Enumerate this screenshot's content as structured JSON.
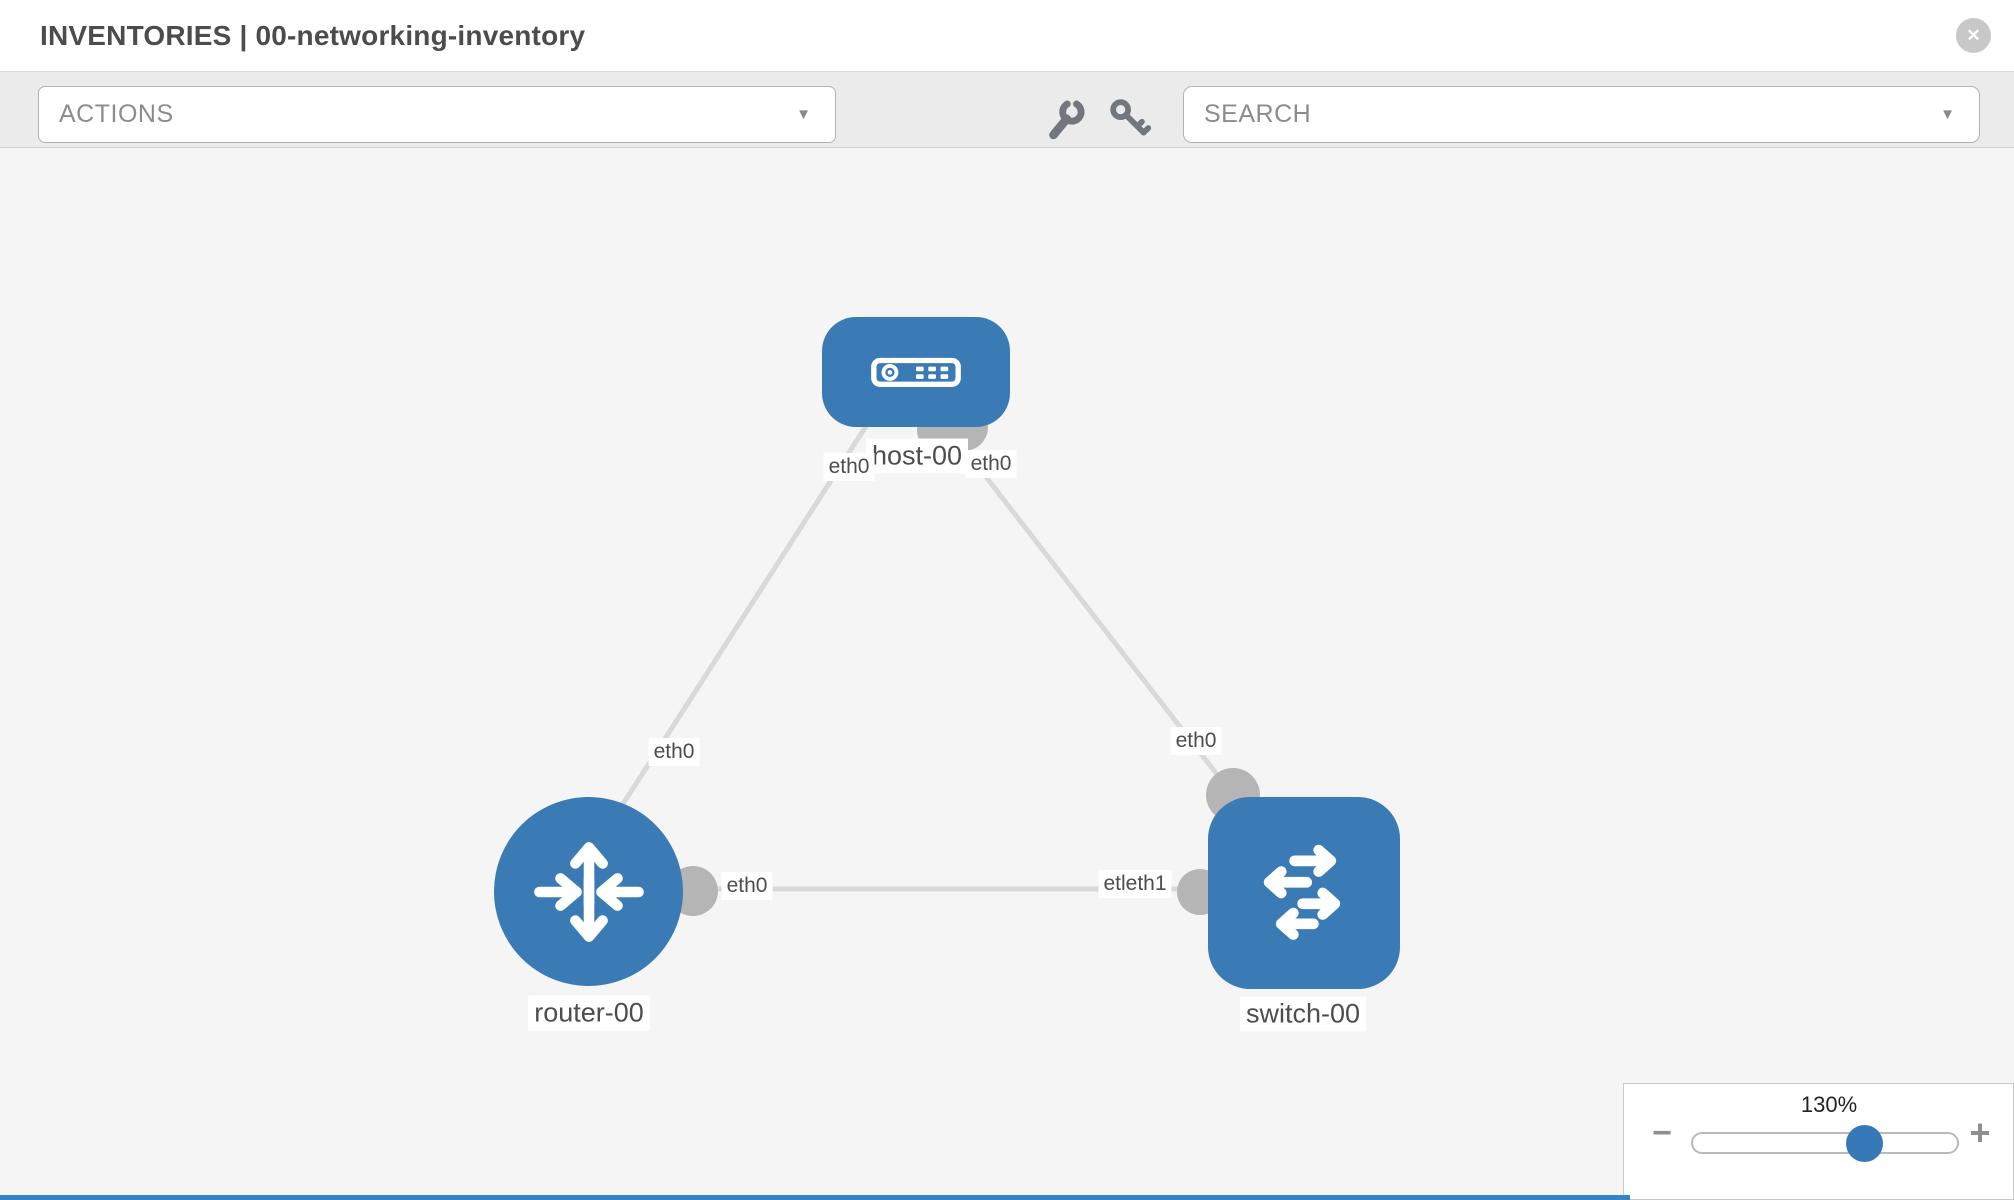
{
  "header": {
    "title": "INVENTORIES | 00-networking-inventory"
  },
  "toolbar": {
    "actions_label": "ACTIONS",
    "search_label": "SEARCH"
  },
  "icons": {
    "close": "✕",
    "dropdown_arrow": "▼",
    "minus": "−",
    "plus": "+"
  },
  "graph": {
    "nodes": [
      {
        "label": "host-00",
        "type": "host"
      },
      {
        "label": "router-00",
        "type": "router"
      },
      {
        "label": "switch-00",
        "type": "switch"
      }
    ],
    "links": [
      {
        "from": "host-00",
        "to": "router-00",
        "from_label": "eth0",
        "to_label": "eth0"
      },
      {
        "from": "host-00",
        "to": "switch-00",
        "from_label": "eth0",
        "to_label": "eth0"
      },
      {
        "from": "router-00",
        "to": "switch-00",
        "from_label": "eth0",
        "to_label": "etleth1"
      }
    ]
  },
  "zoom_control": {
    "level": "130%"
  },
  "colors": {
    "node_blue": "#3a7bb5",
    "link_gray": "#d9d9d9",
    "connector_gray": "#b5b5b5"
  }
}
